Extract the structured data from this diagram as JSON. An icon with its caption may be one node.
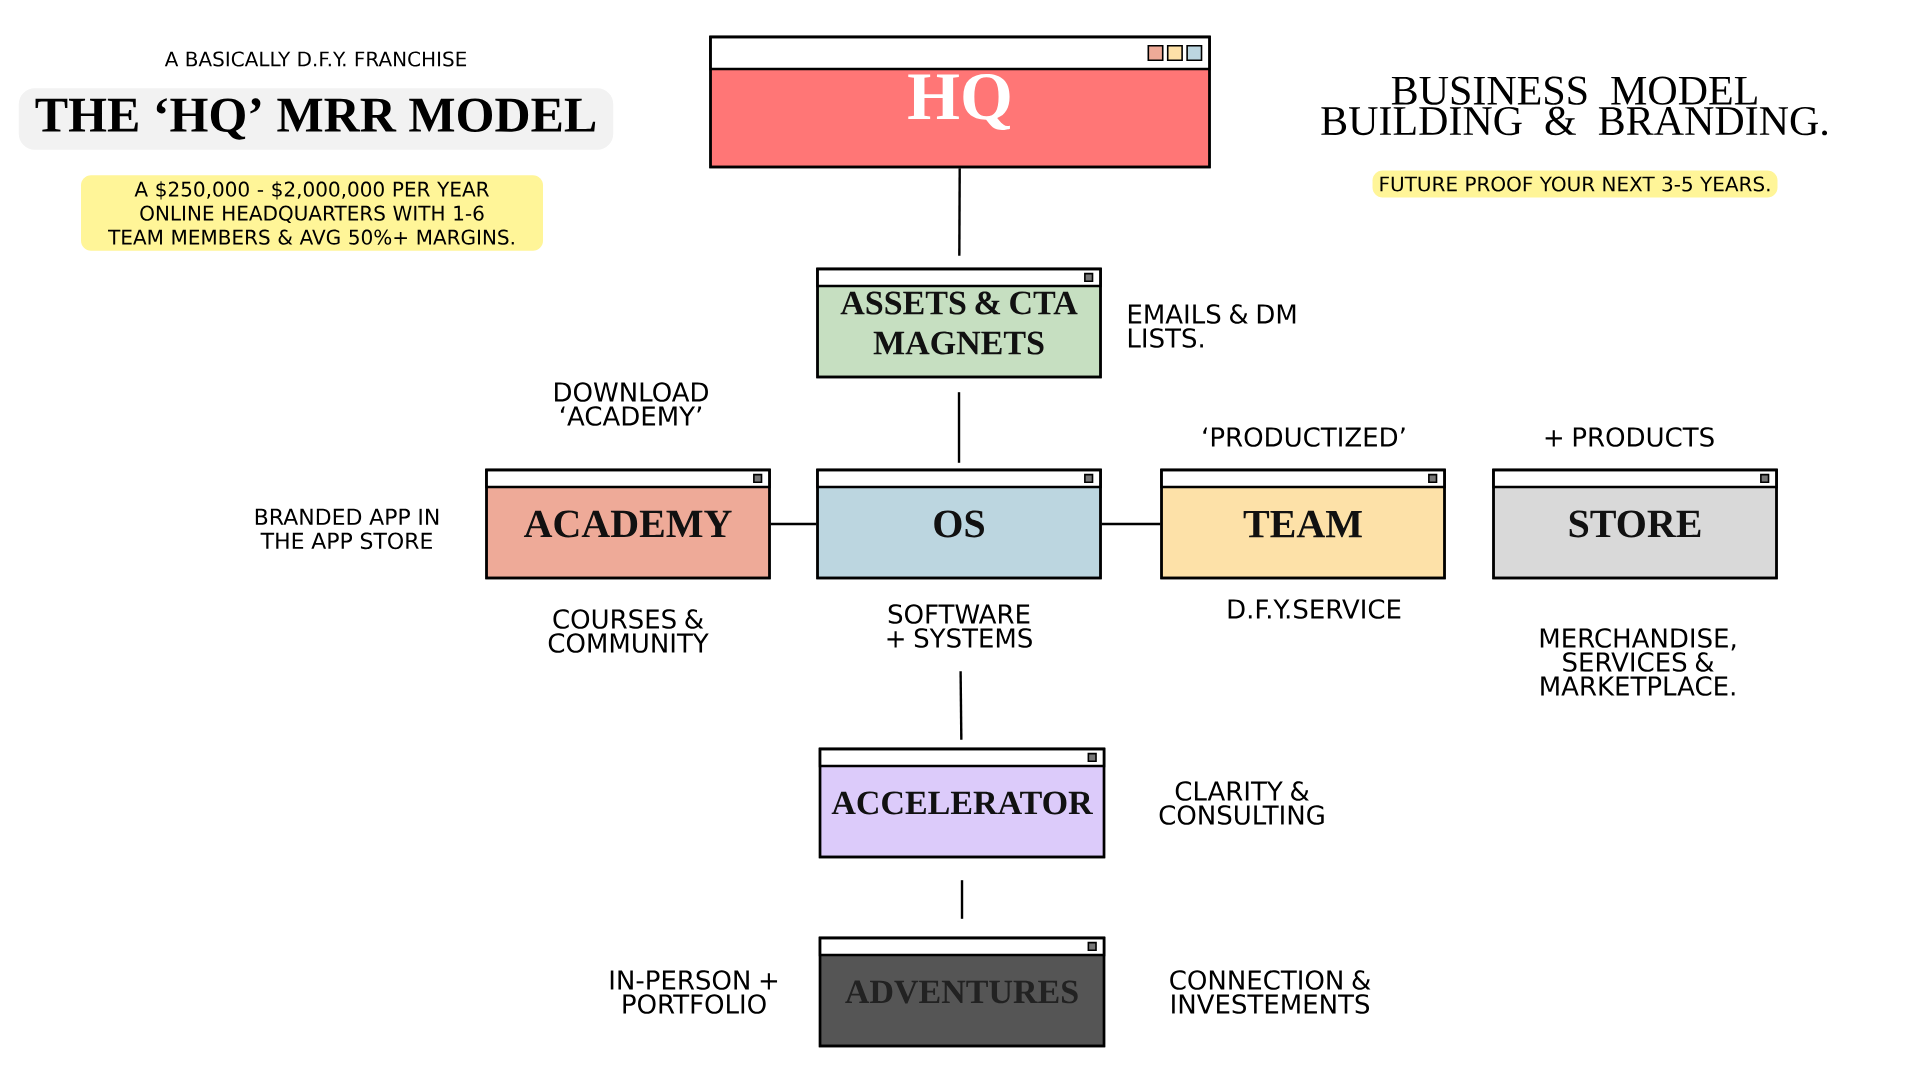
{
  "diagram": {
    "title": "THE ‘HQ’ MRR MODEL",
    "nodes": [
      {
        "text": [
          "HQ"
        ]
      },
      {
        "text": [
          "ASSETS & CTA MAGNETS"
        ],
        "beside": [
          "EMAILS & DM LISTS."
        ]
      },
      {
        "text": [
          "ACADEMY"
        ],
        "beside": [
          "DOWNLOAD ‘ACADEMY’",
          "BRANDED APP IN THE APP STORE",
          "COURSES & COMMUNITY"
        ]
      },
      {
        "text": [
          "OS"
        ],
        "beside": [
          "SOFTWARE + SYSTEMS"
        ]
      },
      {
        "text": [
          "TEAM"
        ],
        "beside": [
          "‘PRODUCTIZED’",
          "D.F.Y.SERVICE"
        ]
      },
      {
        "text": [
          "STORE"
        ],
        "beside": [
          "+ PRODUCTS",
          "MERCHANDISE, SERVICES & MARKETPLACE."
        ]
      },
      {
        "text": [
          "ACCELERATOR"
        ],
        "beside": [
          "CLARITY & CONSULTING"
        ]
      },
      {
        "text": [
          "ADVENTURES"
        ],
        "beside": [
          "IN-PERSON + PORTFOLIO",
          "CONNECTION & INVESTEMENTS"
        ]
      }
    ],
    "edges": [
      {
        "from": 0,
        "to": 1,
        "arrow": "none"
      },
      {
        "from": 1,
        "to": 3,
        "arrow": "none"
      },
      {
        "from": 2,
        "to": 3,
        "arrow": "none"
      },
      {
        "from": 3,
        "to": 4,
        "arrow": "none"
      },
      {
        "from": 3,
        "to": 6,
        "arrow": "none"
      },
      {
        "from": 6,
        "to": 7,
        "arrow": "none"
      }
    ],
    "labels": [
      "A BASICALLY D.F.Y. FRANCHISE",
      "A $250,000 - $2,000,000 PER YEAR ONLINE HEADQUARTERS WITH 1-6 TEAM MEMBERS & AVG 50%+ MARGINS.",
      "BUSINESS MODEL BUILDING & BRANDING.",
      "FUTURE PROOF YOUR NEXT 3-5 YEARS."
    ]
  }
}
